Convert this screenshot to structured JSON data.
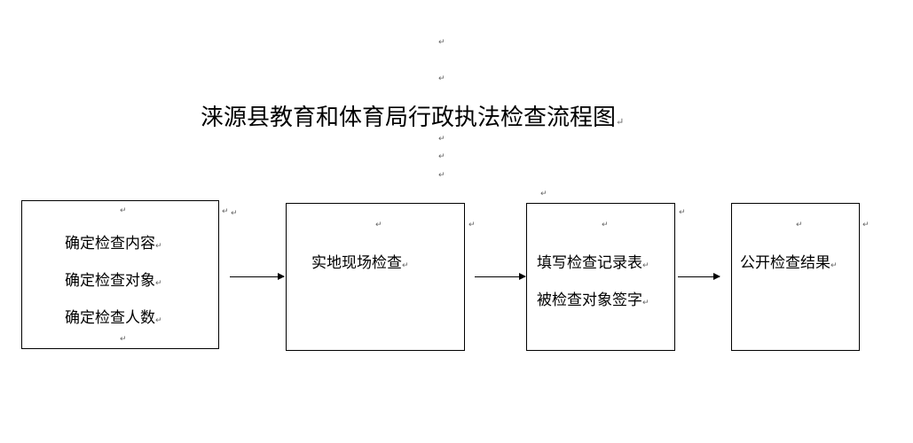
{
  "paragraph_mark": "↵",
  "title": "涞源县教育和体育局行政执法检查流程图",
  "steps": [
    {
      "lines": [
        "确定检查内容",
        "确定检查对象",
        "确定检查人数"
      ]
    },
    {
      "lines": [
        "实地现场检查"
      ]
    },
    {
      "lines": [
        "填写检查记录表",
        "被检查对象签字"
      ]
    },
    {
      "lines": [
        "公开检查结果"
      ]
    }
  ]
}
